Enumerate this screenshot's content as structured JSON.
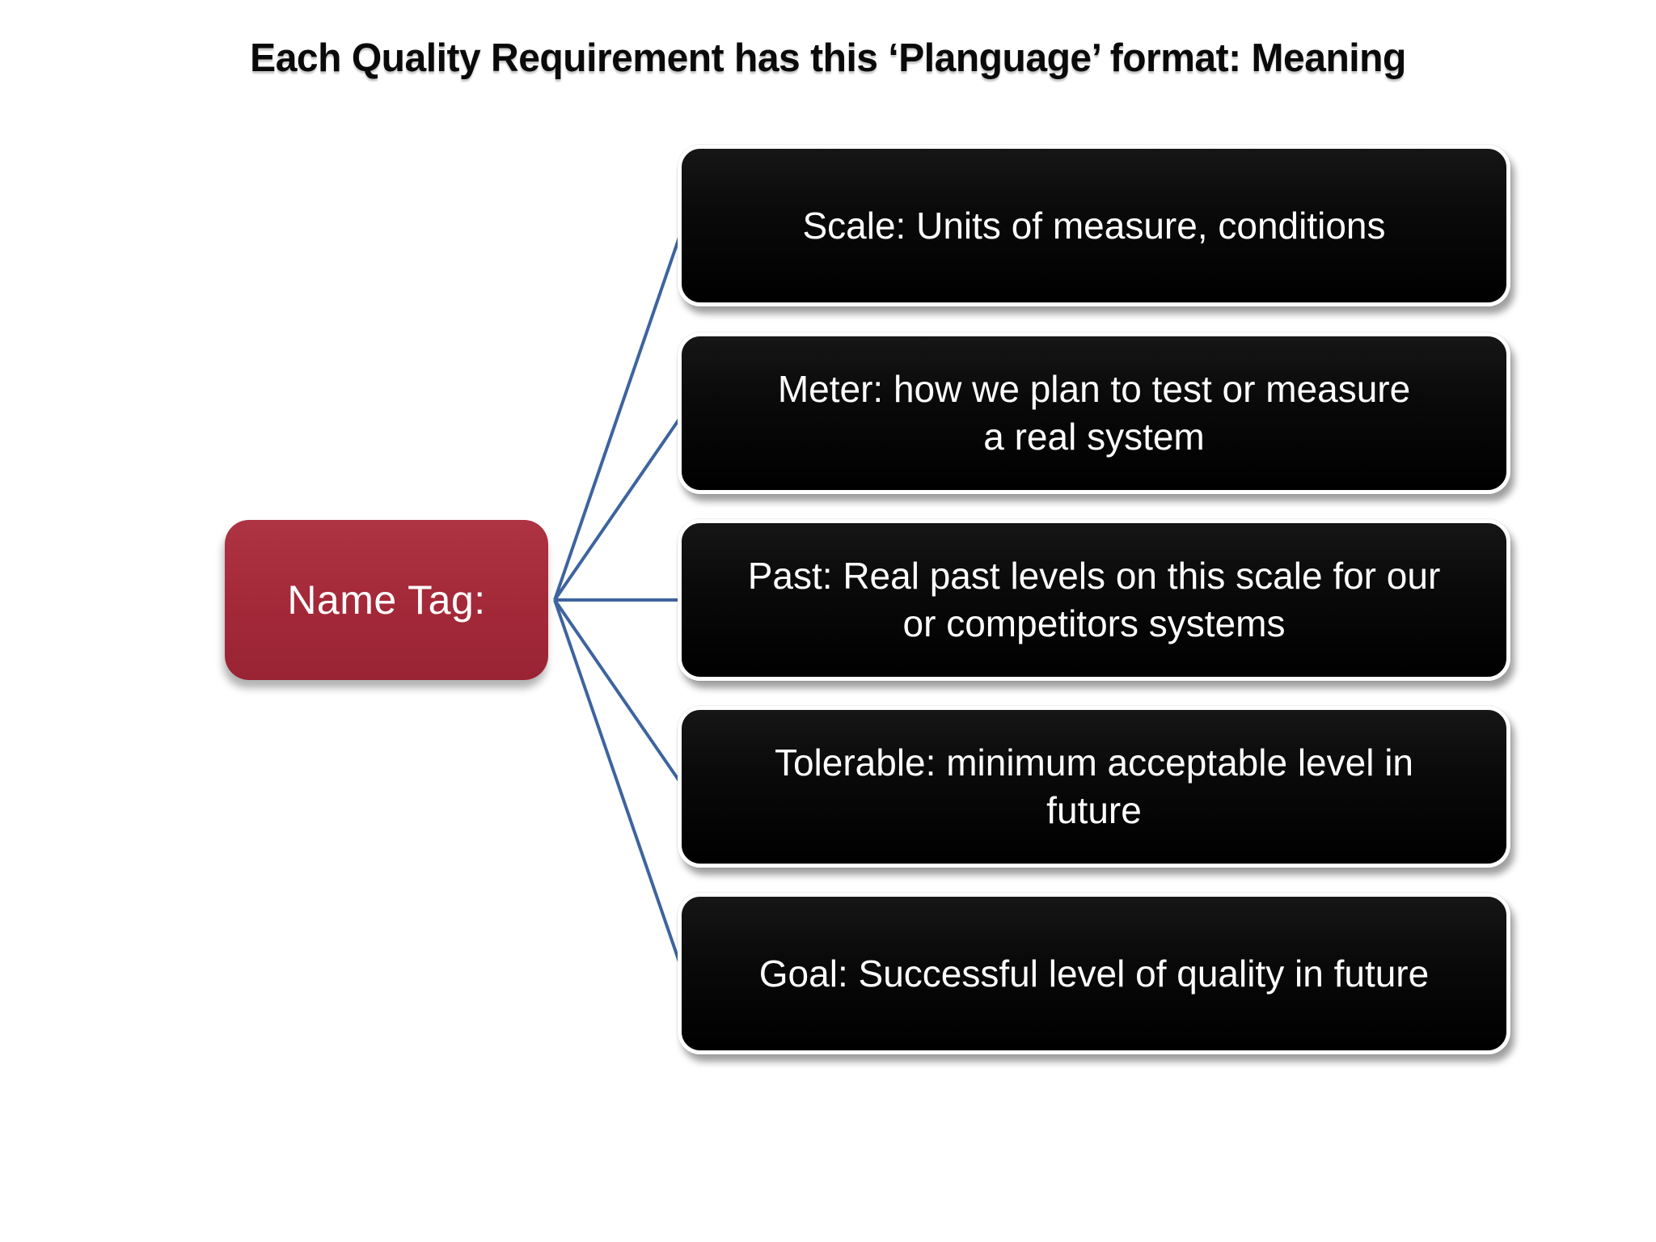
{
  "slide": {
    "title": "Each Quality Requirement has this ‘Planguage’ format: Meaning"
  },
  "diagram": {
    "type": "radial-fan-list",
    "root": {
      "label": "Name Tag:"
    },
    "children": [
      {
        "label": "Scale: Units of measure, conditions"
      },
      {
        "label": "Meter: how we plan to test or measure\na real system"
      },
      {
        "label": "Past: Real past levels on this scale for our\nor competitors systems"
      },
      {
        "label": "Tolerable: minimum acceptable level in\nfuture"
      },
      {
        "label": "Goal: Successful level of quality in future"
      }
    ]
  },
  "colors": {
    "background": "#FFFFFF",
    "title_text": "#0A0A0A",
    "root_fill": "#A52A3A",
    "root_text": "#FFFFFF",
    "child_fill": "#0A0A0A",
    "child_text": "#FFFFFF",
    "child_border": "#FFFFFF",
    "connector": "#3E649E"
  }
}
